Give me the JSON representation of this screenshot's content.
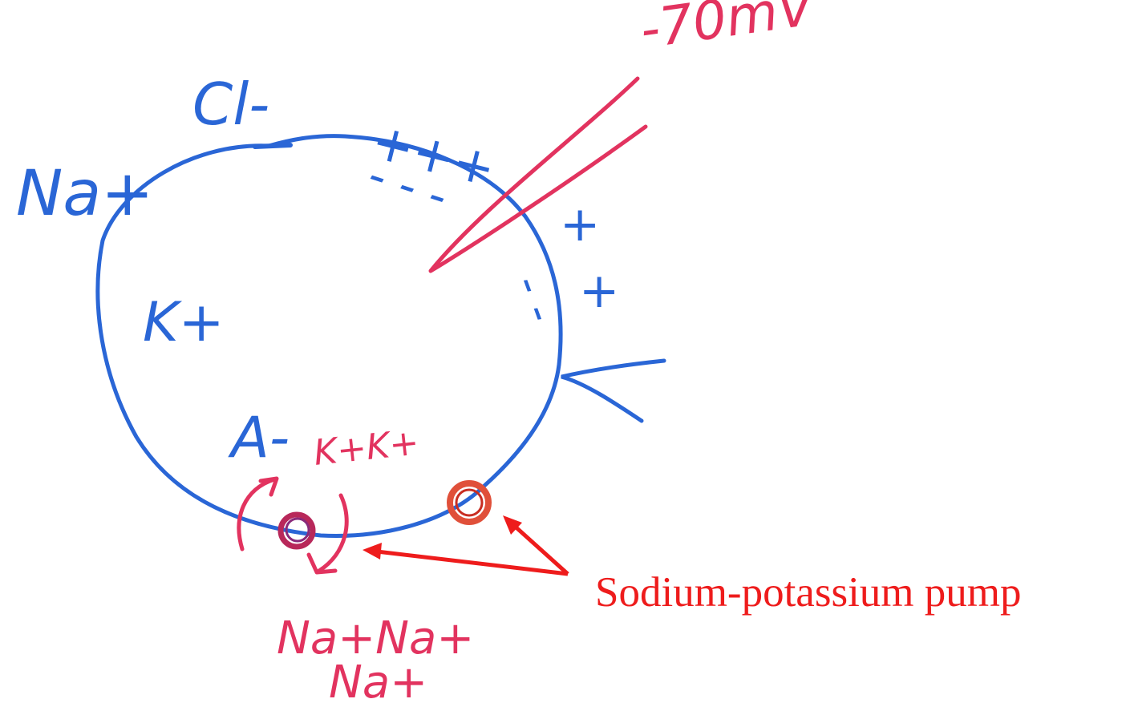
{
  "ions": {
    "sodium_outside": "Na+",
    "chloride": "Cl-",
    "potassium_inside": "K+",
    "anion": "A-",
    "potassium_pair": "K+K+",
    "sodium_pair": "Na+Na+",
    "sodium_single": "Na+"
  },
  "charges": {
    "outside_top": "+++",
    "inside_top": "- - -",
    "outside_right_1": "+",
    "outside_right_2": "+",
    "inside_right": "- -"
  },
  "electrode": {
    "reading": "-70mV"
  },
  "pump": {
    "label": "Sodium-potassium pump"
  },
  "colors": {
    "membrane": "#2a66d6",
    "electrode": "#e2335f",
    "annotation": "#ee1c1c"
  }
}
